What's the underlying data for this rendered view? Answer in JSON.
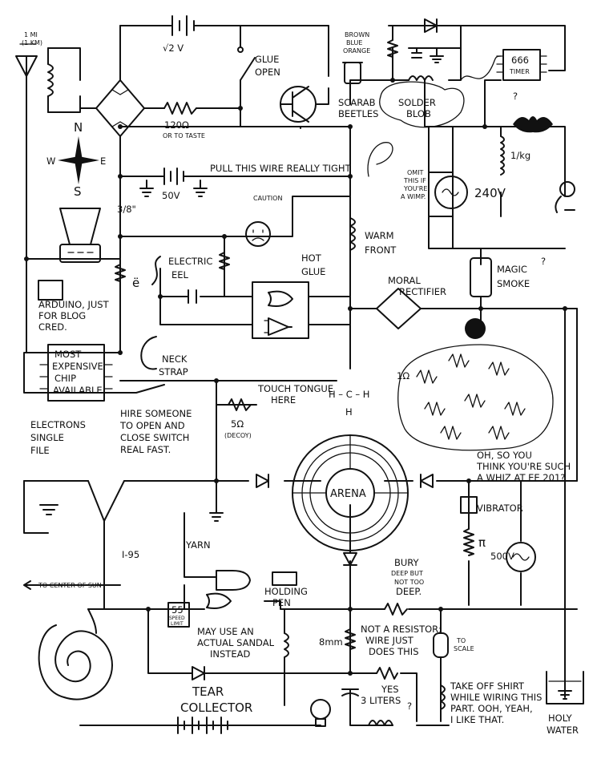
{
  "labels": {
    "one_mi": "1 MI",
    "one_km": "(1 KM)",
    "sqrt2v": "√2 V",
    "glue_open_1": "GLUE",
    "glue_open_2": "OPEN",
    "brown": "BROWN",
    "blue": "BLUE",
    "orange": "ORANGE",
    "timer_1": "666",
    "timer_2": "TIMER",
    "scarab_1": "SCARAB",
    "scarab_2": "BEETLES",
    "solder_1": "SOLDER",
    "solder_2": "BLOB",
    "r120": "120Ω",
    "to_taste": "OR TO TASTE",
    "q_mark": "?",
    "compass_n": "N",
    "compass_s": "S",
    "compass_w": "W",
    "compass_e": "E",
    "pull_wire": "PULL THIS WIRE REALLY TIGHT",
    "v50": "50V",
    "kg": "1/kg",
    "omit_1": "OMIT",
    "omit_2": "THIS IF",
    "omit_3": "YOU'RE",
    "omit_4": "A WIMP.",
    "v240": "240V",
    "three_eighths": "3/8\"",
    "caution": "CAUTION",
    "warm_1": "WARM",
    "warm_2": "FRONT",
    "e_umlaut": "ë",
    "eel_1": "ELECTRIC",
    "eel_2": "EEL",
    "hot_1": "HOT",
    "hot_2": "GLUE",
    "moral_1": "MORAL",
    "moral_2": "RECTIFIER",
    "magic_1": "MAGIC",
    "magic_2": "SMOKE",
    "arduino_1": "ARDUINO, JUST",
    "arduino_2": "FOR BLOG",
    "arduino_3": "CRED.",
    "neck_1": "NECK",
    "neck_2": "STRAP",
    "chip_1": "MOST",
    "chip_2": "EXPENSIVE",
    "chip_3": "CHIP",
    "chip_4": "AVAILABLE",
    "one_ohm": "1Ω",
    "touch_1": "TOUCH TONGUE",
    "touch_2": "HERE",
    "hch_1": "H – C – H",
    "hch_h": "H",
    "electrons_1": "ELECTRONS",
    "electrons_2": "SINGLE",
    "electrons_3": "FILE",
    "hire_1": "HIRE SOMEONE",
    "hire_2": "TO OPEN AND",
    "hire_3": "CLOSE SWITCH",
    "hire_4": "REAL FAST.",
    "five_ohm": "5Ω",
    "decoy": "(DECOY)",
    "whiz_1": "OH, SO YOU",
    "whiz_2": "THINK YOU'RE SUCH",
    "whiz_3": "A WHIZ AT EE 201?",
    "arena": "ARENA",
    "vibrator": "VIBRATOR",
    "pi": "π",
    "v500": "500V",
    "i95": "I-95",
    "yarn": "YARN",
    "holding_1": "HOLDING",
    "holding_2": "PEN",
    "bury_1": "BURY",
    "bury_2": "DEEP BUT",
    "bury_3": "NOT TOO",
    "bury_4": "DEEP.",
    "to_sun": "TO CENTER OF SUN",
    "speed_1": "55",
    "speed_2": "SPEED",
    "speed_3": "LIMIT",
    "sandal_1": "MAY USE AN",
    "sandal_2": "ACTUAL SANDAL",
    "sandal_3": "INSTEAD",
    "mm8": "8mm",
    "notres_1": "NOT A RESISTOR;",
    "notres_2": "WIRE JUST",
    "notres_3": "DOES THIS",
    "to_scale_1": "TO",
    "to_scale_2": "SCALE",
    "tear_1": "TEAR",
    "tear_2": "COLLECTOR",
    "yes": "YES",
    "liters": "3 LITERS",
    "shirt_1": "TAKE OFF SHIRT",
    "shirt_2": "WHILE WIRING THIS",
    "shirt_3": "PART. OOH, YEAH,",
    "shirt_4": "I LIKE THAT.",
    "holy_1": "HOLY",
    "holy_2": "WATER"
  }
}
